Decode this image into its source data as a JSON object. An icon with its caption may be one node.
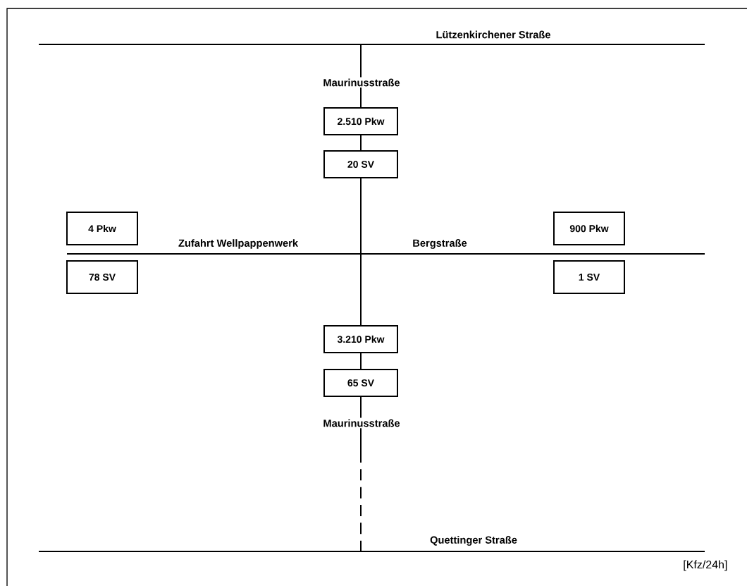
{
  "diagram": {
    "nodes": [
      {
        "text": [
          "2.510 Pkw"
        ]
      },
      {
        "text": [
          "20 SV"
        ]
      },
      {
        "text": [
          "4 Pkw"
        ]
      },
      {
        "text": [
          "900 Pkw"
        ]
      },
      {
        "text": [
          "78 SV"
        ]
      },
      {
        "text": [
          "1 SV"
        ]
      },
      {
        "text": [
          "3.210 Pkw"
        ]
      },
      {
        "text": [
          "65 SV"
        ]
      }
    ],
    "labels": [
      "Lützenkirchener Straße",
      "Maurinusstraße",
      "Zufahrt Wellpappenwerk",
      "Bergstraße",
      "Maurinusstraße",
      "Quettinger Straße",
      "[Kfz/24h]"
    ]
  }
}
